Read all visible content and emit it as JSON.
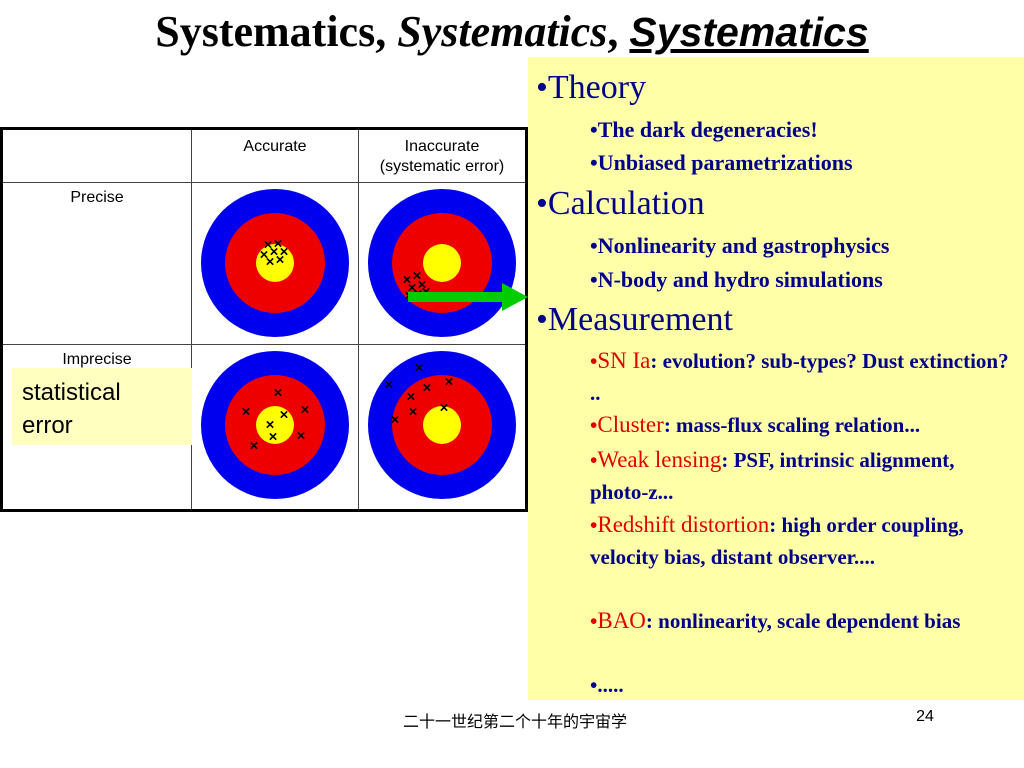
{
  "title": {
    "part1": "Systematics, ",
    "part2": "Systematics",
    "part3": ", ",
    "part4": "Systematics"
  },
  "grid": {
    "col_headers": {
      "accurate": "Accurate",
      "inaccurate_line1": "Inaccurate",
      "inaccurate_line2": "(systematic error)"
    },
    "row_headers": {
      "precise": "Precise",
      "imprecise": "Imprecise"
    },
    "marker": "×"
  },
  "stat_label": {
    "line1": "statistical",
    "line2": "error"
  },
  "panel": {
    "bullet": "•",
    "theory": "Theory",
    "theory_items": [
      "The dark degeneracies!",
      "Unbiased parametrizations"
    ],
    "calculation": "Calculation",
    "calculation_items": [
      "Nonlinearity and gastrophysics",
      "N-body and hydro simulations"
    ],
    "measurement": "Measurement",
    "measurement_items": [
      {
        "key": "SN Ia",
        "text": ": evolution? sub-types? Dust extinction? .."
      },
      {
        "key": "Cluster",
        "text": ": mass-flux scaling relation..."
      },
      {
        "key": "Weak lensing",
        "text": ": PSF, intrinsic alignment, photo-z..."
      },
      {
        "key": "Redshift distortion",
        "text": ": high order coupling, velocity bias, distant observer...."
      },
      {
        "key": "BAO",
        "text": ": nonlinearity, scale dependent bias"
      }
    ],
    "ellipsis": "....."
  },
  "footer": {
    "center": "二十一世纪第二个十年的宇宙学",
    "page": "24"
  },
  "colors": {
    "target_outer": "#0000ee",
    "target_mid": "#ee0000",
    "target_center": "#ffff00",
    "panel_bg": "#ffffa8",
    "text_blue": "#00008b",
    "text_red": "#e00000",
    "arrow": "#00cc00"
  },
  "icons": [
    "bullseye-target",
    "x-marker",
    "right-arrow"
  ]
}
